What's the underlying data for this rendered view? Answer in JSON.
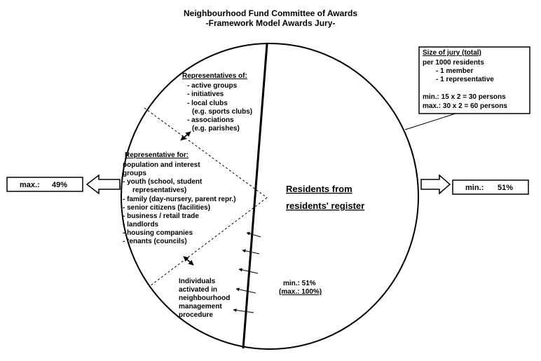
{
  "title": "Neighbourhood Fund Committee of Awards",
  "subtitle": "-Framework Model Awards Jury-",
  "jury_box": {
    "heading": "Size of jury (total)",
    "lines": [
      "per 1000 residents",
      "- 1 member",
      "- 1 representative",
      "min.: 15 x 2 = 30 persons",
      "max.: 30 x 2 = 60 persons"
    ]
  },
  "left_box": {
    "label": "max.:",
    "value": "49%"
  },
  "right_box": {
    "label": "min.:",
    "value": "51%"
  },
  "representatives_of": {
    "heading": "Representatives of:",
    "items": [
      "- active groups",
      "- initiatives",
      "- local clubs",
      "(e.g. sports clubs)",
      "- associations",
      "(e.g. parishes)"
    ]
  },
  "representative_for": {
    "heading": "Representative for:",
    "items": [
      "population and interest",
      "groups",
      "- youth (school, student",
      "representatives)",
      "- family (day-nursery, parent repr.)",
      "- senior citizens (facilities)",
      "- business / retail trade",
      "- landlords",
      "- housing companies",
      "- tenants (councils)"
    ]
  },
  "individuals": {
    "lines": [
      "Individuals",
      "activated in",
      "neighbourhood",
      "management",
      "procedure"
    ]
  },
  "residents": {
    "line1": "Residents from",
    "line2": "residents' register",
    "min": "min.:   51%",
    "max": "(max.: 100%)"
  }
}
